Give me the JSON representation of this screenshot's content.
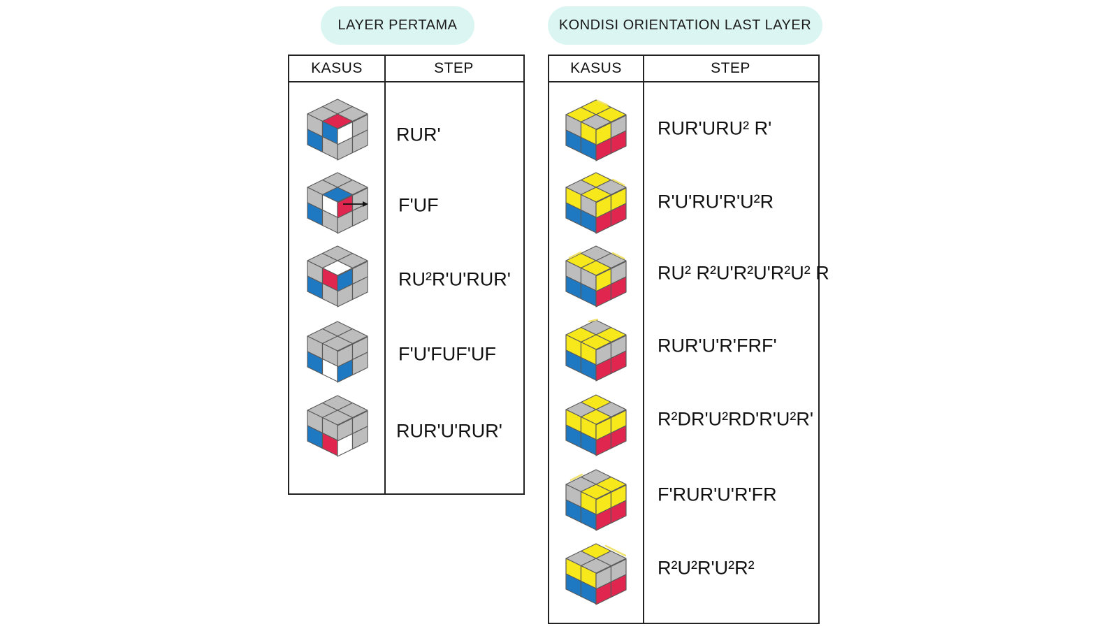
{
  "sections": {
    "first_layer": {
      "title": "LAYER PERTAMA",
      "col_case": "KASUS",
      "col_step": "STEP",
      "steps": [
        "RUR'",
        "F'UF",
        "RU²R'U'RUR'",
        "F'U'FUF'UF",
        "RUR'U'RUR'"
      ]
    },
    "oll": {
      "title": "KONDISI ORIENTATION LAST LAYER",
      "col_case": "KASUS",
      "col_step": "STEP",
      "steps": [
        "RUR'URU² R'",
        "R'U'RU'R'U²R",
        "RU² R²U'R²U'R²U² R",
        "RUR'U'R'FRF'",
        "R²DR'U²RD'R'U²R'",
        "F'RUR'U'R'FR",
        "R²U²R'U²R²"
      ]
    }
  },
  "colors": {
    "gray": "#bdbdbd",
    "white": "#ffffff",
    "blue": "#1e78c2",
    "red": "#e0264f",
    "yellow": "#f6e81a",
    "yellow_mark": "#f0e26a",
    "outline": "#5a5a5a"
  }
}
